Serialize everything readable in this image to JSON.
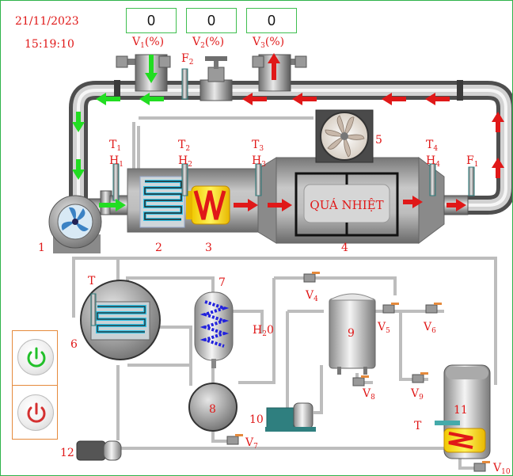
{
  "header": {
    "date": "21/11/2023",
    "time": "15:19:10"
  },
  "valve_readouts": [
    {
      "value": "0",
      "label_base": "V",
      "label_sub": "1",
      "label_suffix": "(%)"
    },
    {
      "value": "0",
      "label_base": "V",
      "label_sub": "2",
      "label_suffix": "(%)"
    },
    {
      "value": "0",
      "label_base": "V",
      "label_sub": "3",
      "label_suffix": "(%)"
    }
  ],
  "chamber": {
    "label": "QUÁ NHIỆT"
  },
  "sensors": {
    "t1": "T",
    "t1_sub": "1",
    "h1": "H",
    "h1_sub": "1",
    "t2": "T",
    "t2_sub": "2",
    "h2": "H",
    "h2_sub": "2",
    "t3": "T",
    "t3_sub": "3",
    "h3": "H",
    "h3_sub": "3",
    "t4": "T",
    "t4_sub": "4",
    "h4": "H",
    "h4_sub": "4",
    "f1": "F",
    "f1_sub": "1",
    "f2": "F",
    "f2_sub": "2",
    "t_cond": "T",
    "t_tank": "T"
  },
  "components": {
    "c1": "1",
    "c2": "2",
    "c3": "3",
    "c4": "4",
    "c5": "5",
    "c6": "6",
    "c7": "7",
    "c8": "8",
    "c9": "9",
    "c10": "10",
    "c11": "11",
    "c12": "12"
  },
  "valves": {
    "v4": "V",
    "v4_sub": "4",
    "v5": "V",
    "v5_sub": "5",
    "v6": "V",
    "v6_sub": "6",
    "v7": "V",
    "v7_sub": "7",
    "v8": "V",
    "v8_sub": "8",
    "v9": "V",
    "v9_sub": "9",
    "v10": "V",
    "v10_sub": "10"
  },
  "water_label": {
    "base": "H",
    "sub": "2",
    "suffix": "0"
  },
  "controls": {
    "start_label": "",
    "stop_label": ""
  },
  "colors": {
    "accent_red": "#e01818",
    "flow_green": "#22dd22",
    "pipe_gray": "#9a9a9a",
    "frame_green": "#2fb34a",
    "panel_orange": "#e58a3c"
  }
}
